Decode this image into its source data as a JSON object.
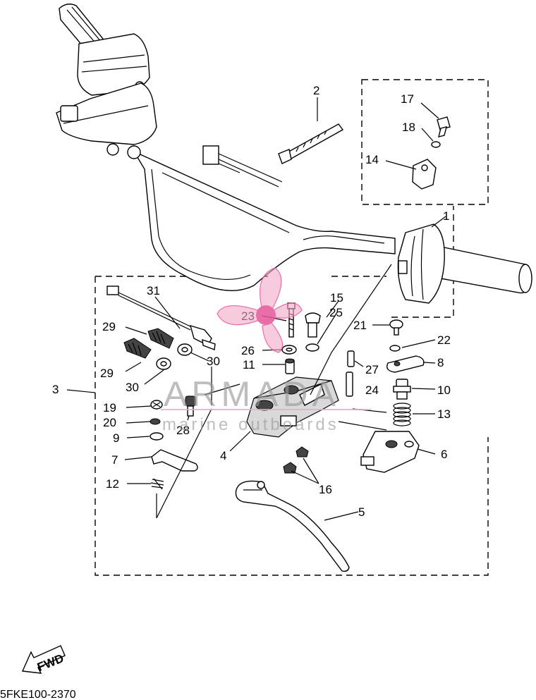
{
  "diagram": {
    "drawing_code": "5FKE100-2370",
    "direction_label": "FWD",
    "watermark": {
      "brand": "ARMADA",
      "tagline": "marine outboards",
      "colors": {
        "propeller": "#f2a6c8",
        "hub": "#e4559a",
        "text": "#9a9a9a"
      }
    },
    "callouts": {
      "c1": "1",
      "c2": "2",
      "c3": "3",
      "c4": "4",
      "c5": "5",
      "c6": "6",
      "c7": "7",
      "c8": "8",
      "c9": "9",
      "c10": "10",
      "c11": "11",
      "c12": "12",
      "c13": "13",
      "c14": "14",
      "c15": "15",
      "c16": "16",
      "c17": "17",
      "c18": "18",
      "c19": "19",
      "c20": "20",
      "c21": "21",
      "c22": "22",
      "c23": "23",
      "c24": "24",
      "c25": "25",
      "c26": "26",
      "c27": "27",
      "c28": "28",
      "c29a": "29",
      "c29b": "29",
      "c30a": "30",
      "c30b": "30",
      "c31": "31"
    }
  }
}
